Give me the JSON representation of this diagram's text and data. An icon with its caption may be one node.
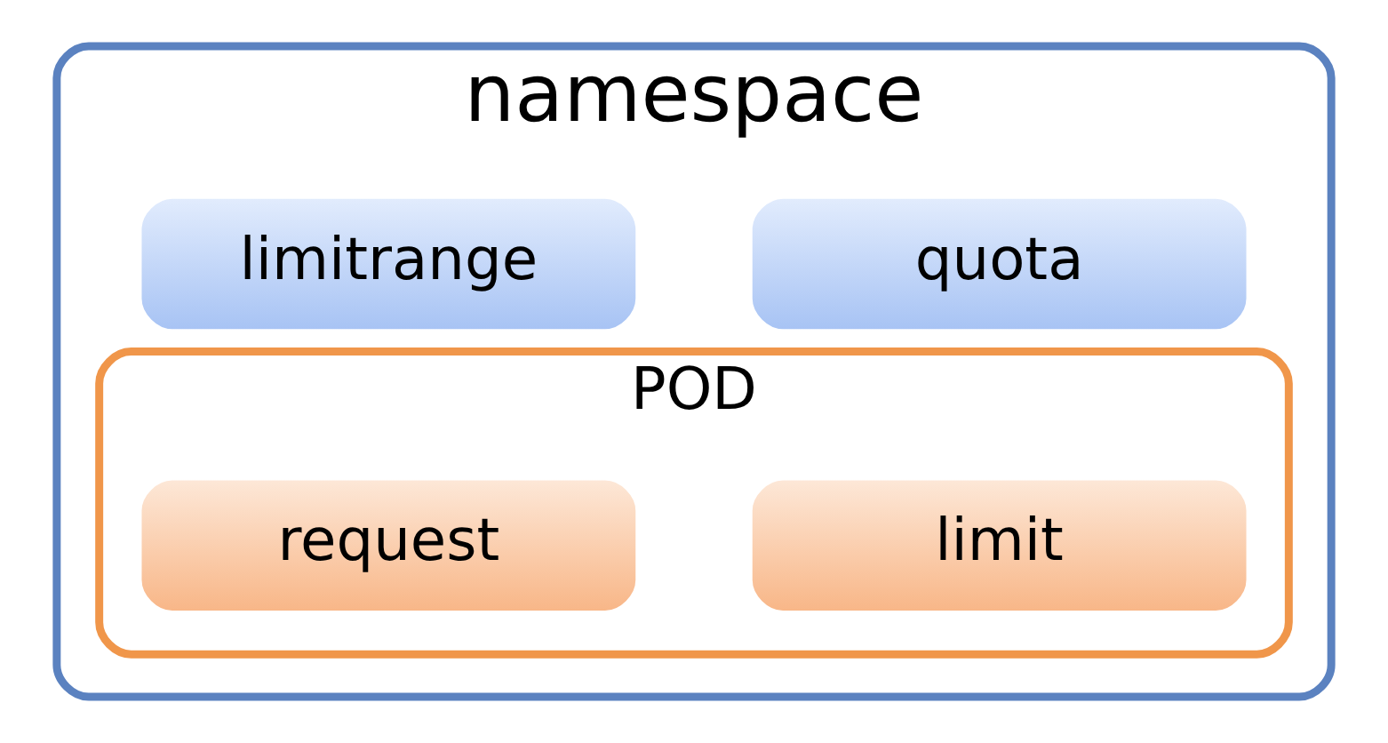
{
  "diagram": {
    "nodes": [
      {
        "text": [
          "namespace"
        ]
      },
      {
        "text": [
          "quota"
        ],
        "in": 0
      },
      {
        "text": [
          "limitrange"
        ],
        "in": 0
      },
      {
        "text": [
          "POD"
        ],
        "in": 0
      },
      {
        "text": [
          "limit"
        ],
        "in": 3
      },
      {
        "text": [
          "request"
        ],
        "in": 3
      }
    ]
  }
}
